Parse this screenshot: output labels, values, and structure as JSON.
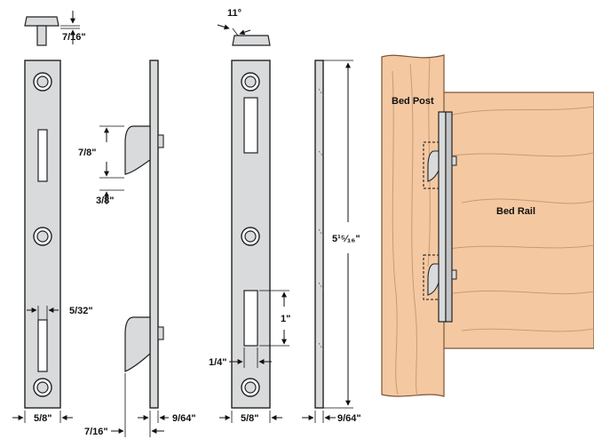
{
  "labels": {
    "cap_height": "7/16\"",
    "angle": "11°",
    "hook_span": "7/8\"",
    "hook_lip": "3/8\"",
    "slot_width": "5/32\"",
    "slot_length": "1\"",
    "slot_width_b": "1/4\"",
    "plate_length": "5¹⁵⁄₁₆\"",
    "plate_width_a": "5/8\"",
    "plate_width_b": "5/8\"",
    "hook_depth": "7/16\"",
    "thickness_a": "9/64\"",
    "thickness_b": "9/64\""
  },
  "wood": {
    "post": "Bed Post",
    "rail": "Bed Rail"
  },
  "colors": {
    "steel": "#d9dadb",
    "steel_edge": "#222222",
    "wood": "#f4c9a2",
    "wood_grain": "#c89a74"
  }
}
